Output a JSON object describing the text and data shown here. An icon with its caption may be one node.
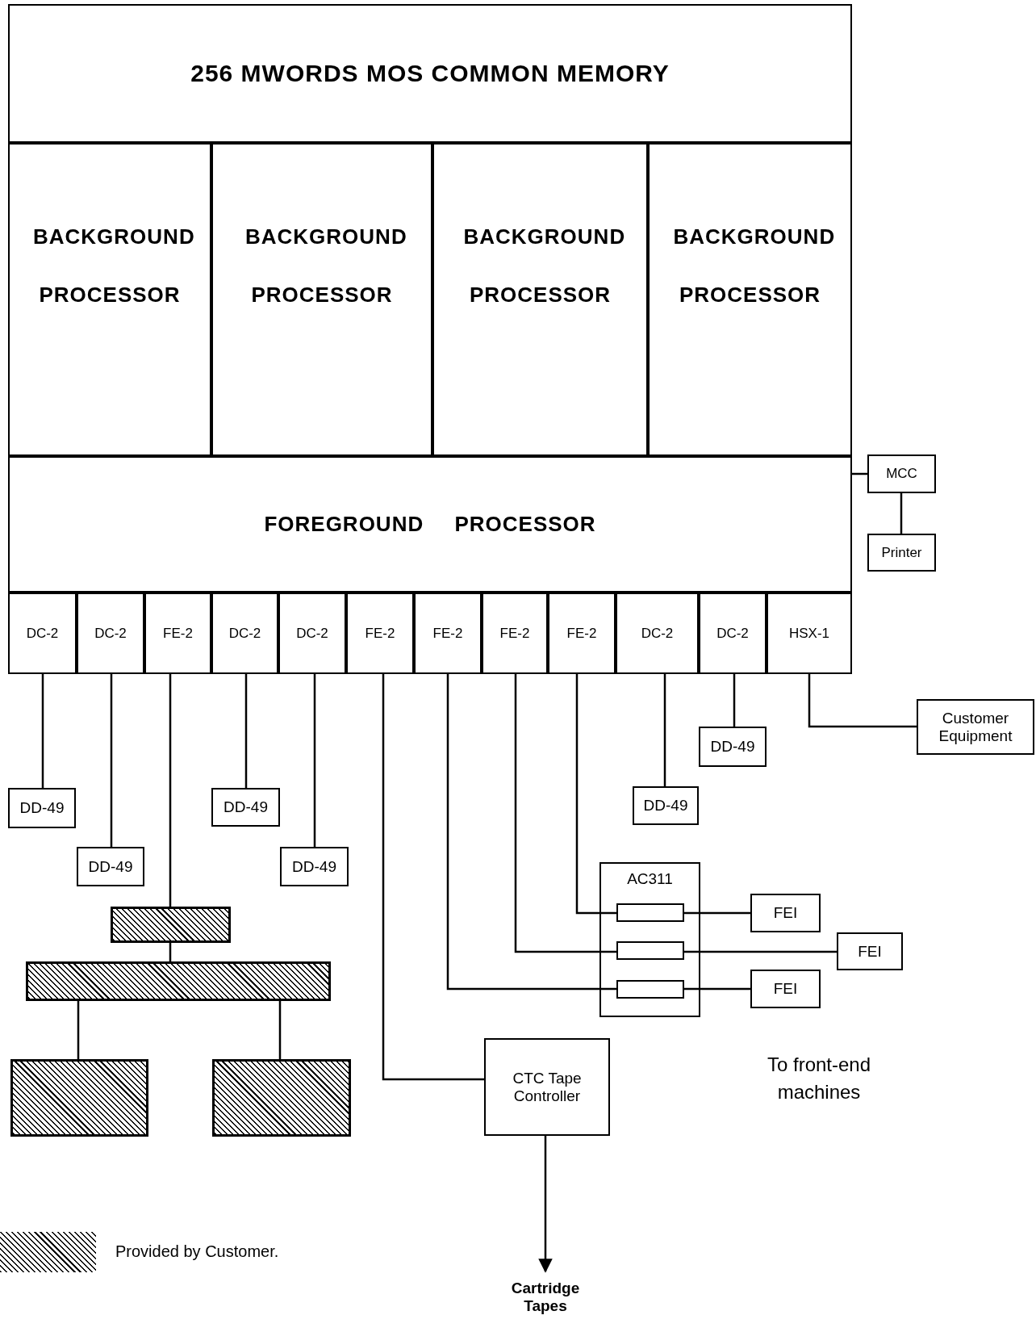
{
  "diagram": {
    "nodes": [
      {
        "text": [
          "256 MWORDS MOS COMMON MEMORY"
        ]
      },
      {
        "text": [
          "BACKGROUND PROCESSOR"
        ]
      },
      {
        "text": [
          "BACKGROUND PROCESSOR"
        ]
      },
      {
        "text": [
          "BACKGROUND PROCESSOR"
        ]
      },
      {
        "text": [
          "BACKGROUND PROCESSOR"
        ]
      },
      {
        "text": [
          "FOREGROUND PROCESSOR"
        ]
      },
      {
        "text": [
          "MCC"
        ]
      },
      {
        "text": [
          "Printer"
        ]
      },
      {
        "text": [
          "DC-2"
        ]
      },
      {
        "text": [
          "DC-2"
        ]
      },
      {
        "text": [
          "FE-2"
        ]
      },
      {
        "text": [
          "DC-2"
        ]
      },
      {
        "text": [
          "DC-2"
        ]
      },
      {
        "text": [
          "FE-2"
        ]
      },
      {
        "text": [
          "FE-2"
        ]
      },
      {
        "text": [
          "FE-2"
        ]
      },
      {
        "text": [
          "FE-2"
        ]
      },
      {
        "text": [
          "DC-2"
        ]
      },
      {
        "text": [
          "DC-2"
        ]
      },
      {
        "text": [
          "HSX-1"
        ]
      },
      {
        "text": [
          "Customer Equipment"
        ]
      },
      {
        "text": [
          "DD-49"
        ]
      },
      {
        "text": [
          "DD-49"
        ]
      },
      {
        "text": [
          "DD-49"
        ]
      },
      {
        "text": [
          "DD-49"
        ]
      },
      {
        "text": [
          "DD-49"
        ]
      },
      {
        "text": [
          "DD-49"
        ]
      },
      {
        "text": [
          "AC311"
        ]
      },
      {
        "text": [],
        "shape": "box",
        "in": 27
      },
      {
        "text": [],
        "shape": "box",
        "in": 27
      },
      {
        "text": [],
        "shape": "box",
        "in": 27
      },
      {
        "text": [
          "FEI"
        ]
      },
      {
        "text": [
          "FEI"
        ]
      },
      {
        "text": [
          "FEI"
        ]
      },
      {
        "text": [],
        "shape": "box"
      },
      {
        "text": [],
        "shape": "box"
      },
      {
        "text": [
          "CTC Tape Controller"
        ]
      },
      {
        "text": [],
        "shape": "box"
      },
      {
        "text": [],
        "shape": "box"
      },
      {
        "text": [
          "Cartridge Tapes"
        ]
      }
    ],
    "edges": [
      {
        "from": 5,
        "to": 6,
        "arrow": "none"
      },
      {
        "from": 6,
        "to": 7,
        "arrow": "none"
      },
      {
        "from": 8,
        "to": 22,
        "arrow": "none"
      },
      {
        "from": 9,
        "to": 25,
        "arrow": "none"
      },
      {
        "from": 10,
        "to": 34,
        "arrow": "none"
      },
      {
        "from": 11,
        "to": 23,
        "arrow": "none"
      },
      {
        "from": 12,
        "to": 26,
        "arrow": "none"
      },
      {
        "from": 13,
        "to": 36,
        "arrow": "none"
      },
      {
        "from": 14,
        "to": 30,
        "arrow": "none"
      },
      {
        "from": 15,
        "to": 29,
        "arrow": "none"
      },
      {
        "from": 16,
        "to": 28,
        "arrow": "none"
      },
      {
        "from": 17,
        "to": 24,
        "arrow": "none"
      },
      {
        "from": 18,
        "to": 21,
        "arrow": "none"
      },
      {
        "from": 19,
        "to": 20,
        "arrow": "none"
      },
      {
        "from": 34,
        "to": 35,
        "arrow": "none"
      },
      {
        "from": 35,
        "to": 37,
        "arrow": "none"
      },
      {
        "from": 35,
        "to": 38,
        "arrow": "none"
      },
      {
        "from": 28,
        "to": 31,
        "arrow": "none"
      },
      {
        "from": 29,
        "to": 32,
        "arrow": "none"
      },
      {
        "from": 30,
        "to": 33,
        "arrow": "none"
      },
      {
        "from": 36,
        "to": 39,
        "arrow": "to"
      }
    ],
    "labels": [
      "To front-end machines"
    ],
    "legend": [
      {
        "text": "Provided by Customer."
      }
    ]
  }
}
